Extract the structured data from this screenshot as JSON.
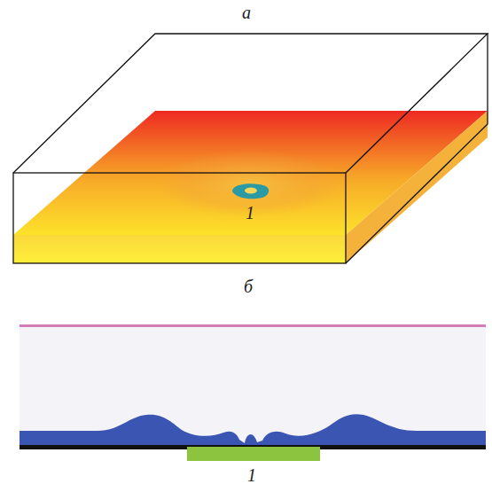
{
  "diagram": {
    "labels": [
      "а",
      "1",
      "б",
      "1"
    ]
  }
}
